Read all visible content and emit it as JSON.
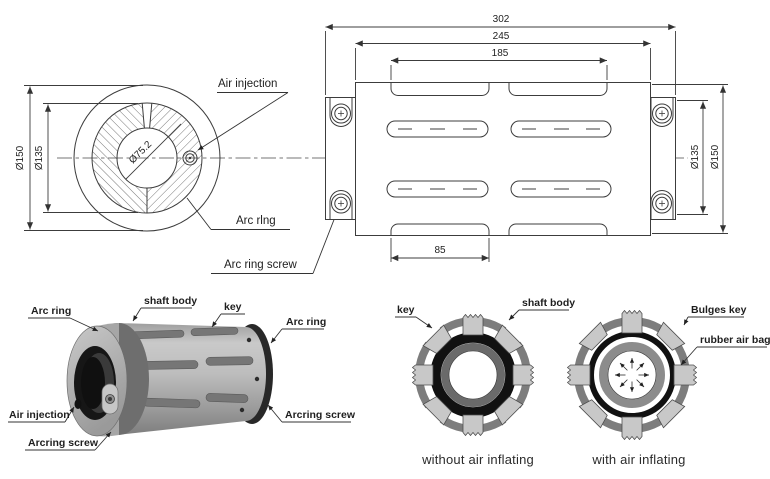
{
  "front_view": {
    "dims": {
      "outer": "Ø150",
      "ring": "Ø135",
      "bore": "Ø75.2"
    },
    "labels": {
      "air_injection": "Air injection",
      "arc_ring": "Arc rlng",
      "arc_ring_screw": "Arc ring screw"
    }
  },
  "side_view": {
    "dims": {
      "total_length": "302",
      "body_length": "245",
      "key_length": "185",
      "end_key_length": "85",
      "ring_dia": "Ø135",
      "outer_dia": "Ø150"
    }
  },
  "iso_view": {
    "labels": {
      "arc_ring_left": "Arc ring",
      "shaft_body": "shaft body",
      "key": "key",
      "arc_ring_right": "Arc ring",
      "air_injection": "Air injection",
      "arcring_screw_left": "Arcring screw",
      "arcring_screw_right": "Arcring screw"
    }
  },
  "sections": {
    "labels": {
      "key": "key",
      "shaft_body": "shaft body",
      "bulges_key": "Bulges key",
      "rubber_air_bag": "rubber air bag"
    },
    "captions": {
      "without": "without air inflating",
      "with": "with air inflating"
    }
  },
  "colors": {
    "line": "#3c3c3c",
    "text": "#1e1e1e",
    "ring_gray": "#7d7d7d",
    "key_gray": "#c8c8c8",
    "black_ring": "#111111",
    "inner_ring_deflated": "#6a6a6a",
    "inner_ring_inflated": "#8c8c8c",
    "body_light": "#c6c6c6",
    "body_dark": "#828282",
    "cap_dark": "#282828"
  }
}
